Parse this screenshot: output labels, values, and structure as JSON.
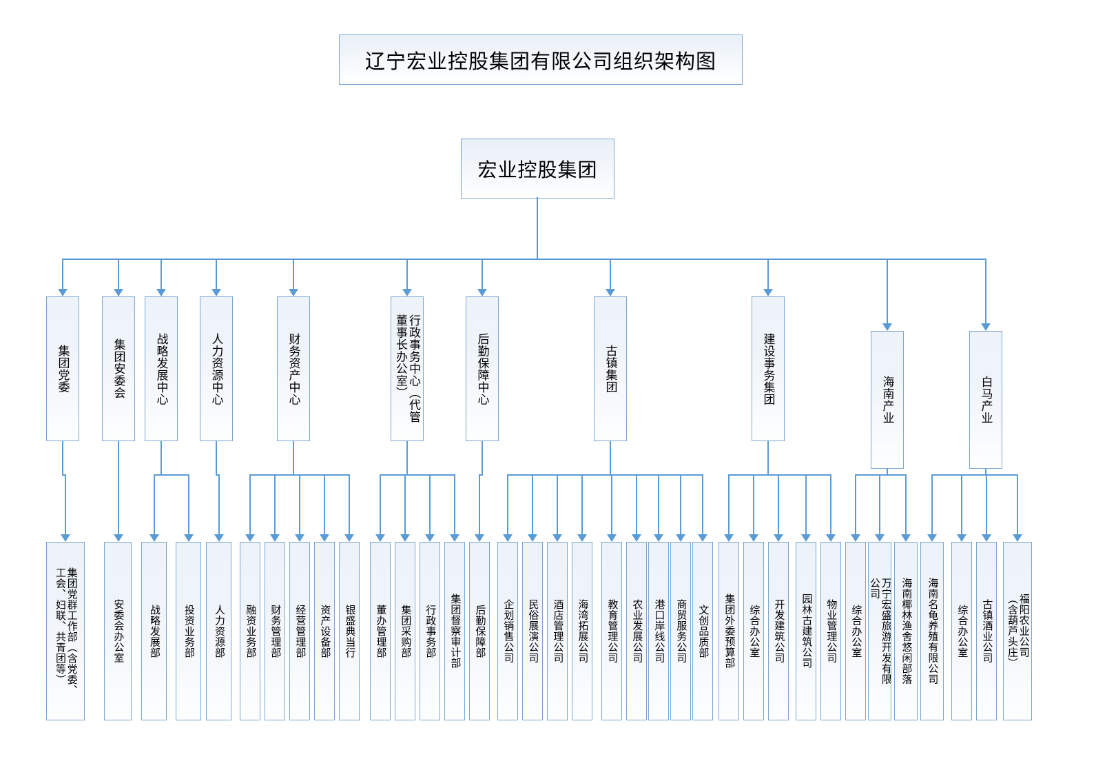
{
  "chart_data": {
    "type": "diagram",
    "diagram_type": "organization-chart",
    "title": "辽宁宏业控股集团有限公司组织架构图",
    "root": "宏业控股集团",
    "levels": 3,
    "accent_color": "#5b9bd5",
    "box_border_color": "#7aa6d2",
    "box_fill_color": "#eef3fa",
    "background_color": "#ffffff",
    "text_orientation": "vertical",
    "level2_count": 11,
    "level3_count": 34
  },
  "title": {
    "text": "辽宁宏业控股集团有限公司组织架构图"
  },
  "root": {
    "label": "宏业控股集团"
  },
  "level2": [
    {
      "id": "l2-0",
      "label": "集团党委"
    },
    {
      "id": "l2-1",
      "label": "集团安委会"
    },
    {
      "id": "l2-2",
      "label": "战略发展中心"
    },
    {
      "id": "l2-3",
      "label": "人力资源中心"
    },
    {
      "id": "l2-4",
      "label": "财务资产中心"
    },
    {
      "id": "l2-5",
      "label": "行政事务中心（代管\n董事长办公室）"
    },
    {
      "id": "l2-6",
      "label": "后勤保障中心"
    },
    {
      "id": "l2-7",
      "label": "古镇集团"
    },
    {
      "id": "l2-8",
      "label": "建设事务集团"
    },
    {
      "id": "l2-9",
      "label": "海南产业"
    },
    {
      "id": "l2-10",
      "label": "白马产业"
    }
  ],
  "level3": [
    {
      "id": "l3-0",
      "parent": "l2-0",
      "label": "集团党群工作部（含党委、\n工会、妇联、共青团等）"
    },
    {
      "id": "l3-1",
      "parent": "l2-1",
      "label": "安委会办公室"
    },
    {
      "id": "l3-2",
      "parent": "l2-2",
      "label": "战略发展部"
    },
    {
      "id": "l3-3",
      "parent": "l2-2",
      "label": "投资业务部"
    },
    {
      "id": "l3-4",
      "parent": "l2-3",
      "label": "人力资源部"
    },
    {
      "id": "l3-5",
      "parent": "l2-4",
      "label": "融资业务部"
    },
    {
      "id": "l3-6",
      "parent": "l2-4",
      "label": "财务管理部"
    },
    {
      "id": "l3-7",
      "parent": "l2-4",
      "label": "经营管理部"
    },
    {
      "id": "l3-8",
      "parent": "l2-4",
      "label": "资产设备部"
    },
    {
      "id": "l3-9",
      "parent": "l2-4",
      "label": "银盛典当行"
    },
    {
      "id": "l3-10",
      "parent": "l2-5",
      "label": "董办管理部"
    },
    {
      "id": "l3-11",
      "parent": "l2-5",
      "label": "集团采购部"
    },
    {
      "id": "l3-12",
      "parent": "l2-5",
      "label": "行政事务部"
    },
    {
      "id": "l3-13",
      "parent": "l2-5",
      "label": "集团督察审计部"
    },
    {
      "id": "l3-14",
      "parent": "l2-6",
      "label": "后勤保障部"
    },
    {
      "id": "l3-15",
      "parent": "l2-7",
      "label": "企划销售公司"
    },
    {
      "id": "l3-16",
      "parent": "l2-7",
      "label": "民俗展演公司"
    },
    {
      "id": "l3-17",
      "parent": "l2-7",
      "label": "酒店管理公司"
    },
    {
      "id": "l3-18",
      "parent": "l2-7",
      "label": "海湾拓展公司"
    },
    {
      "id": "l3-19",
      "parent": "l2-7",
      "label": "教育管理公司"
    },
    {
      "id": "l3-20",
      "parent": "l2-7",
      "label": "农业发展公司"
    },
    {
      "id": "l3-21",
      "parent": "l2-7",
      "label": "港口岸线公司"
    },
    {
      "id": "l3-22",
      "parent": "l2-7",
      "label": "商贸服务公司"
    },
    {
      "id": "l3-23",
      "parent": "l2-7",
      "label": "文创品质部"
    },
    {
      "id": "l3-24",
      "parent": "l2-8",
      "label": "集团外委预算部"
    },
    {
      "id": "l3-25",
      "parent": "l2-8",
      "label": "综合办公室"
    },
    {
      "id": "l3-26",
      "parent": "l2-8",
      "label": "开发建筑公司"
    },
    {
      "id": "l3-27",
      "parent": "l2-8",
      "label": "园林古建筑公司"
    },
    {
      "id": "l3-28",
      "parent": "l2-8",
      "label": "物业管理公司"
    },
    {
      "id": "l3-29",
      "parent": "l2-9",
      "label": "综合办公室"
    },
    {
      "id": "l3-30",
      "parent": "l2-9",
      "label": "万宁宏盛旅游开发有限\n公司"
    },
    {
      "id": "l3-31",
      "parent": "l2-9",
      "label": "海南椰林渔舍悠闲部落"
    },
    {
      "id": "l3-32",
      "parent": "l2-10",
      "label": "海南名龟养殖有限公司"
    },
    {
      "id": "l3-33",
      "parent": "l2-10",
      "label": "综合办公室"
    },
    {
      "id": "l3-34",
      "parent": "l2-10",
      "label": "古镇酒业公司"
    },
    {
      "id": "l3-35",
      "parent": "l2-10",
      "label": "福阳农业公司\n（含葫芦头庄）"
    }
  ]
}
